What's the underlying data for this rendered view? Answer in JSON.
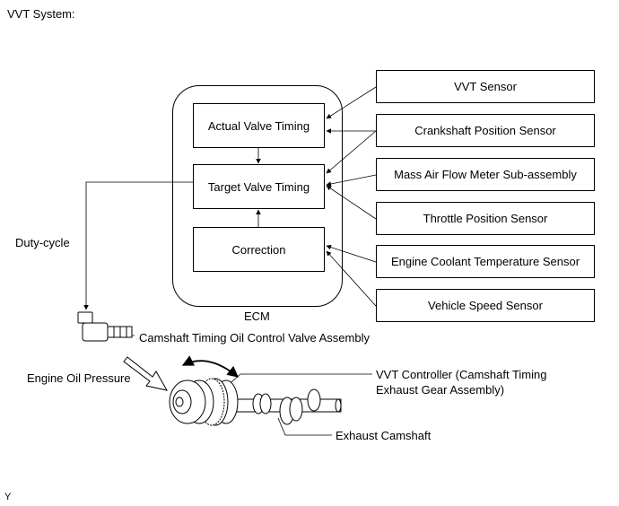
{
  "title": "VVT System:",
  "ecm": {
    "label": "ECM",
    "actual": "Actual Valve Timing",
    "target": "Target Valve Timing",
    "correction": "Correction"
  },
  "sensors": [
    "VVT Sensor",
    "Crankshaft Position Sensor",
    "Mass Air Flow Meter Sub-assembly",
    "Throttle Position Sensor",
    "Engine Coolant Temperature Sensor",
    "Vehicle Speed Sensor"
  ],
  "labels": {
    "duty_cycle": "Duty-cycle",
    "ocv": "Camshaft Timing Oil Control Valve Assembly",
    "oil_pressure": "Engine Oil Pressure",
    "vvt_controller_line1": "VVT Controller (Camshaft Timing",
    "vvt_controller_line2": "Exhaust Gear Assembly)",
    "camshaft": "Exhaust Camshaft",
    "corner": "Y"
  }
}
